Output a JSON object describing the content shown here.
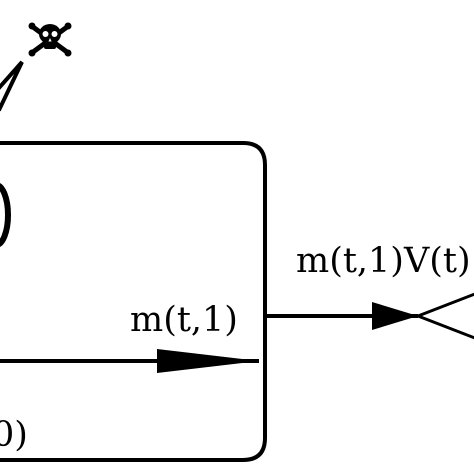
{
  "diagram": {
    "labels": {
      "inner_flow": "m(t,1)",
      "outflow": "m(t,1)V(t)",
      "partial_bottom": "0)"
    },
    "icons": {
      "skull": "skull-and-crossbones-icon"
    },
    "colors": {
      "stroke": "#000000",
      "background": "#ffffff"
    }
  }
}
